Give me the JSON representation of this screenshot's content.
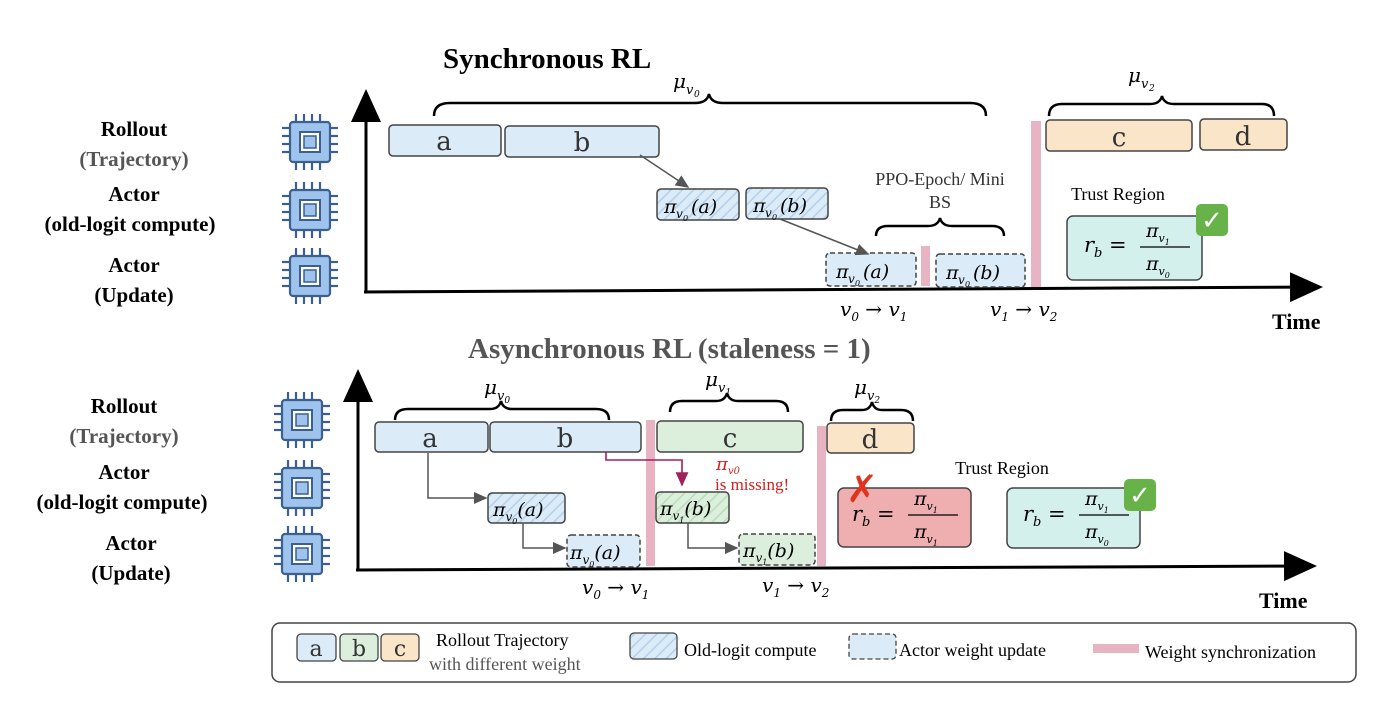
{
  "sync": {
    "title": "Synchronous RL",
    "row_labels": [
      "Rollout",
      "(Trajectory)",
      "Actor",
      "(old-logit compute)",
      "Actor",
      "(Update)"
    ],
    "mu_left": {
      "base": "μ",
      "sub": "v",
      "subsub": "0"
    },
    "mu_right": {
      "base": "μ",
      "sub": "v",
      "subsub": "2"
    },
    "blocks": [
      "a",
      "b",
      "c",
      "d"
    ],
    "old_logit": [
      {
        "base": "π",
        "sub": "v",
        "subsub": "0",
        "arg": "(a)"
      },
      {
        "base": "π",
        "sub": "v",
        "subsub": "0",
        "arg": "(b)"
      }
    ],
    "update": [
      {
        "base": "π",
        "sub": "v",
        "subsub": "0",
        "arg": "(a)"
      },
      {
        "base": "π",
        "sub": "v",
        "subsub": "0",
        "arg": "(b)"
      }
    ],
    "ppo_label_line1": "PPO-Epoch/ Mini",
    "ppo_label_line2": "BS",
    "trust_region_label": "Trust Region",
    "ratio": {
      "lhs": "r",
      "lhs_sub": "b",
      "eq": "=",
      "num_sub": "1",
      "den_sub": "0"
    },
    "version_labels": [
      "v0 → v1",
      "v1 → v2"
    ],
    "time_label": "Time",
    "ok_mark": "✓"
  },
  "async": {
    "title": "Asynchronous RL (staleness = 1)",
    "row_labels": [
      "Rollout",
      "(Trajectory)",
      "Actor",
      "(old-logit compute)",
      "Actor",
      "(Update)"
    ],
    "mu": [
      {
        "sub": "0"
      },
      {
        "sub": "1"
      },
      {
        "sub": "2"
      }
    ],
    "blocks": [
      "a",
      "b",
      "c",
      "d"
    ],
    "old_logit": [
      {
        "subsub": "0",
        "arg": "(a)"
      },
      {
        "subsub": "1",
        "arg": "(b)"
      }
    ],
    "update": [
      {
        "subsub": "0",
        "arg": "(a)"
      },
      {
        "subsub": "1",
        "arg": "(b)"
      }
    ],
    "missing_line1": "π",
    "missing_sub": "v0",
    "missing_line2": "is missing!",
    "trust_region_label": "Trust Region",
    "ratio_bad": {
      "num_sub": "1",
      "den_sub": "1"
    },
    "ratio_good": {
      "num_sub": "1",
      "den_sub": "0"
    },
    "version_labels": [
      "v0 → v1",
      "v1 → v2"
    ],
    "time_label": "Time",
    "bad_mark": "✗",
    "ok_mark": "✓"
  },
  "legend": {
    "blocks": [
      "a",
      "b",
      "c"
    ],
    "rollout_line1": "Rollout Trajectory",
    "rollout_line2": "with different weight",
    "old_logit": "Old-logit compute",
    "update": "Actor weight update",
    "sync": "Weight synchronization"
  },
  "colors": {
    "blue_fill": "#dcebf8",
    "blue_stroke": "#5a7fa8",
    "green_fill": "#dcefdc",
    "orange_fill": "#fbe5c8",
    "pink_bar": "#e8b4c4",
    "teal_fill": "#d4f0ec",
    "red_fill": "#efaeb0",
    "chip_fill": "#9ec3ec",
    "chip_stroke": "#3a5f90",
    "missing_red": "#d02020",
    "arrow_dark": "#555555",
    "arrow_red": "#a0205a"
  }
}
